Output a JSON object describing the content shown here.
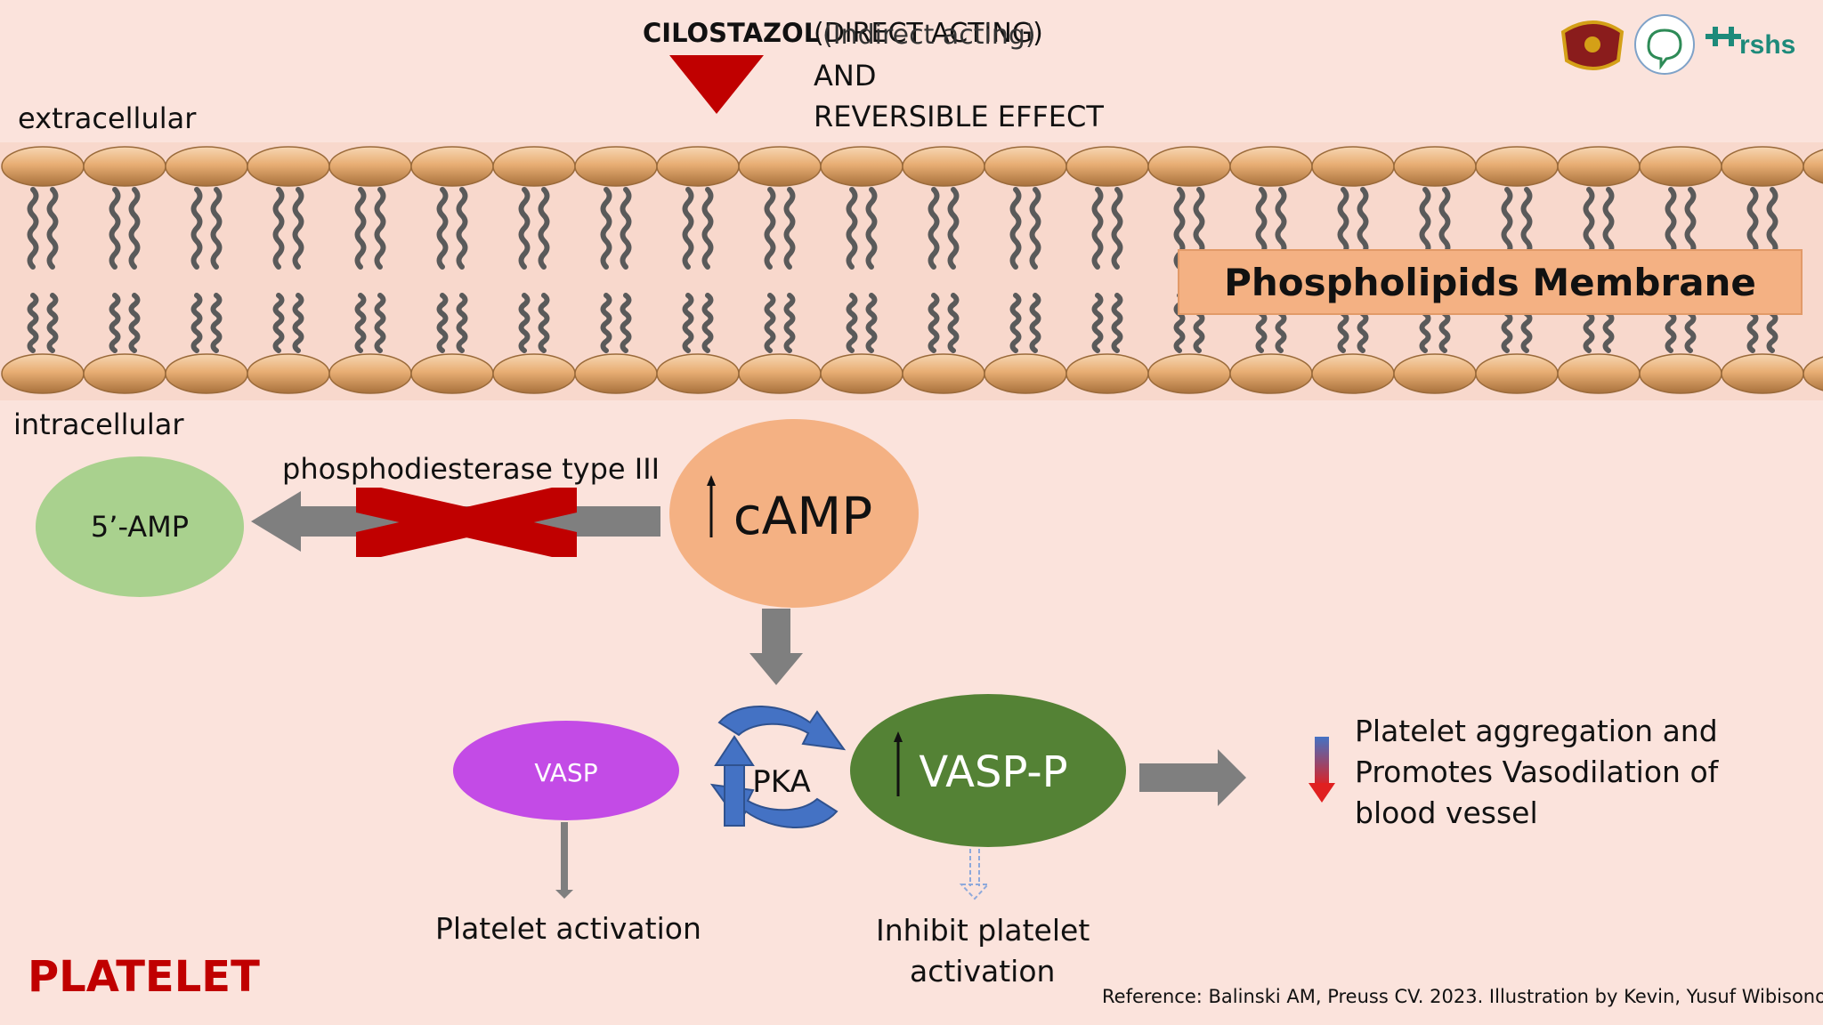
{
  "drug": {
    "name": "CILOSTAZOL",
    "effect_line1_a": "(DIRECT ACTING)",
    "effect_line1_b": "(Indirect acting)",
    "effect_line2": "AND",
    "effect_line3": "REVERSIBLE EFFECT"
  },
  "zones": {
    "extracellular": "extracellular",
    "intracellular": "intracellular"
  },
  "membrane_label": "Phospholipids Membrane",
  "nodes": {
    "amp": "5’-AMP",
    "camp": "cAMP",
    "vasp": "VASP",
    "pka": "PKA",
    "vaspp": "VASP-P"
  },
  "enzyme_label": "phosphodiesterase type III",
  "outcomes": {
    "platelet_activation": "Platelet activation",
    "inhibit_line1": "Inhibit platelet",
    "inhibit_line2": "activation",
    "effect_line1": "Platelet aggregation and",
    "effect_line2": "Promotes Vasodilation of",
    "effect_line3": "blood vessel"
  },
  "cell_label": "PLATELET",
  "reference": "Reference: Balinski AM, Preuss CV. 2023. Illustration by Kevin, Yusuf Wibisono",
  "logos": {
    "rshs": "rshs"
  },
  "colors": {
    "background": "#fbe3dc",
    "membrane_head": "#e8b07a",
    "camp": "#f4b183",
    "amp": "#a9d18e",
    "vasp": "#c34be6",
    "vaspp": "#548235",
    "cross": "#c00000",
    "arrow": "#7f7f7f",
    "pka_cycle": "#4472c4",
    "cell_label": "#c00000",
    "brand_green": "#1d8a7a"
  }
}
